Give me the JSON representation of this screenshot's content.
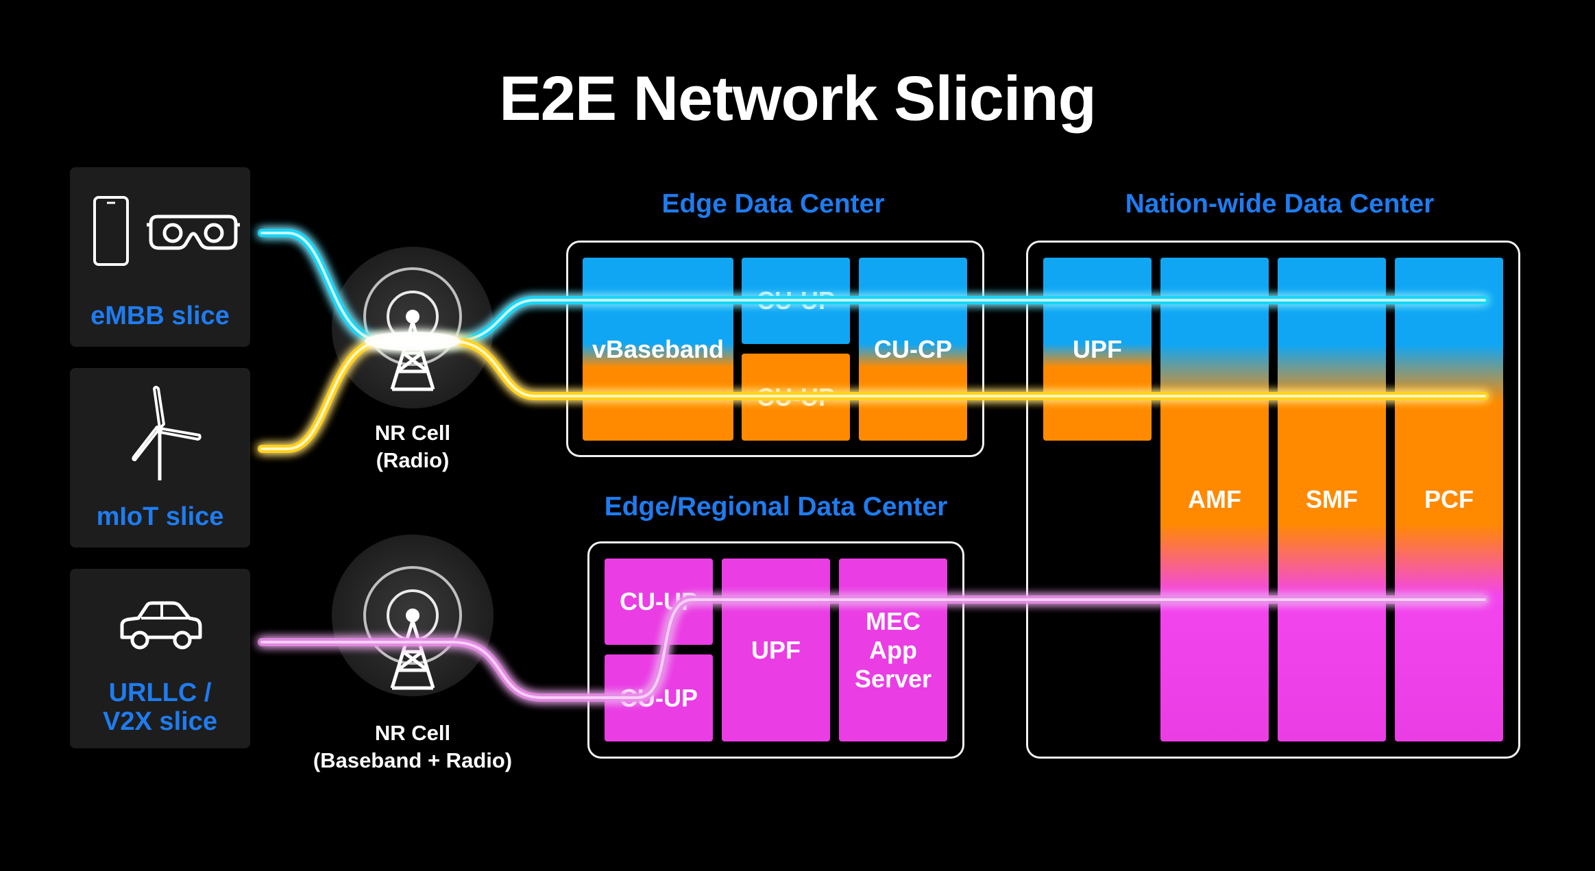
{
  "title": "E2E Network Slicing",
  "slices": {
    "embb": {
      "label": "eMBB slice",
      "icons": [
        "smartphone-icon",
        "vr-headset-icon"
      ]
    },
    "miot": {
      "label": "mIoT slice",
      "icons": [
        "wind-turbine-icon"
      ]
    },
    "urllc": {
      "label_line1": "URLLC /",
      "label_line2": "V2X slice",
      "icons": [
        "car-icon"
      ]
    }
  },
  "nr_cells": {
    "radio": {
      "line1": "NR Cell",
      "line2": "(Radio)",
      "icon": "antenna-tower-icon"
    },
    "baseband_radio": {
      "line1": "NR Cell",
      "line2": "(Baseband + Radio)",
      "icon": "antenna-tower-icon"
    }
  },
  "edge_dc": {
    "title": "Edge Data Center",
    "blocks": {
      "vbaseband": "vBaseband",
      "cu_up_top": "CU-UP",
      "cu_up_bottom": "CU-UP",
      "cu_cp": "CU-CP"
    }
  },
  "regional_dc": {
    "title": "Edge/Regional Data Center",
    "blocks": {
      "cu_up_top": "CU-UP",
      "cu_up_bottom": "CU-UP",
      "upf": "UPF",
      "mec_line1": "MEC",
      "mec_line2": "App",
      "mec_line3": "Server"
    }
  },
  "national_dc": {
    "title": "Nation-wide Data Center",
    "blocks": {
      "upf": "UPF",
      "amf": "AMF",
      "smf": "SMF",
      "pcf": "PCF"
    }
  },
  "colors": {
    "background": "#000000",
    "accent_text": "#1f7cf0",
    "embb_path": "#19d6f5",
    "miot_path": "#ffd21a",
    "urllc_path": "#e88ae8",
    "blue_block": "#10a6f4",
    "orange_block": "#ff8a00",
    "magenta_block": "#ea3de4"
  }
}
